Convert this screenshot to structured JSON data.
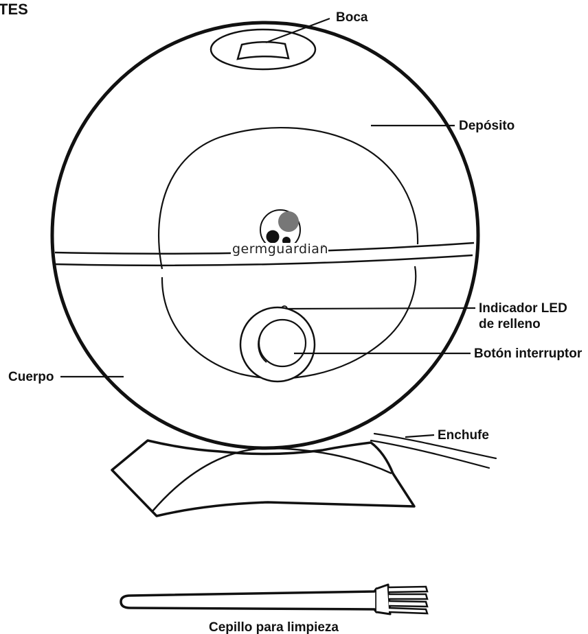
{
  "heading": "TES",
  "brand": {
    "name": "germguardian",
    "trademark": "™"
  },
  "labels": {
    "boca": "Boca",
    "deposito": "Depósito",
    "indicador_line1": "Indicador LED",
    "indicador_line2": "de relleno",
    "boton": "Botón interruptor",
    "cuerpo": "Cuerpo",
    "enchufe": "Enchufe",
    "cepillo": "Cepillo para limpieza"
  },
  "colors": {
    "line": "#111111",
    "logo_dark": "#111111",
    "logo_gray": "#777777",
    "background": "#ffffff"
  }
}
